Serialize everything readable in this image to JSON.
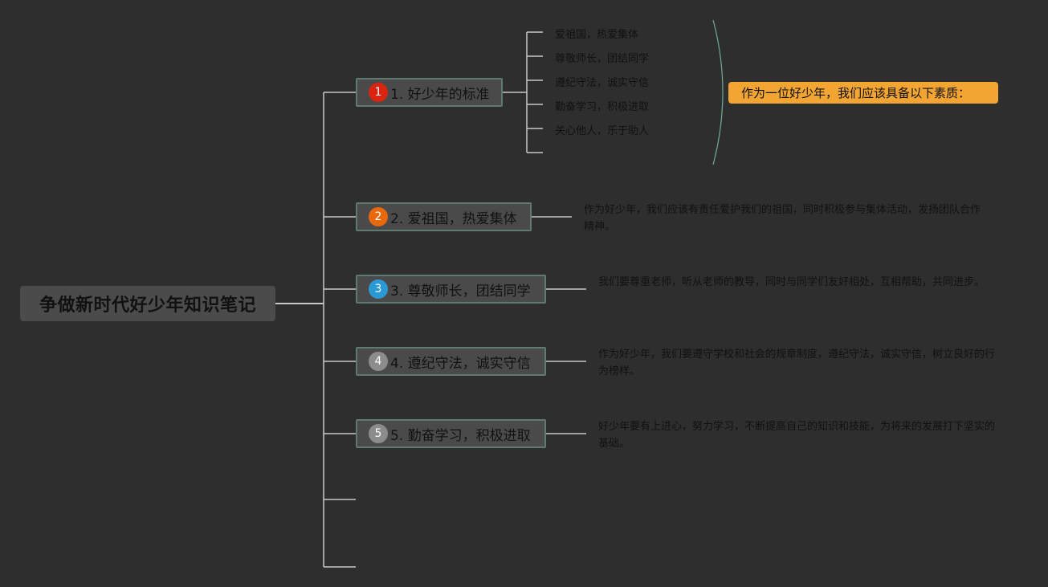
{
  "mindmap": {
    "root": {
      "label": "争做新时代好少年知识笔记"
    },
    "branches": [
      {
        "number": "1",
        "label": "1. 好少年的标准",
        "marker_color": "#d9250f"
      },
      {
        "number": "2",
        "label": "2. 爱祖国，热爱集体",
        "marker_color": "#e8690c"
      },
      {
        "number": "3",
        "label": "3. 尊敬师长，团结同学",
        "marker_color": "#2a9ad6"
      },
      {
        "number": "4",
        "label": "4. 遵纪守法，诚实守信",
        "marker_color": "#8c8c8c"
      },
      {
        "number": "5",
        "label": "5. 勤奋学习，积极进取",
        "marker_color": "#8c8c8c"
      }
    ],
    "standards": [
      "爱祖国，热爱集体",
      "尊敬师长，团结同学",
      "遵纪守法，诚实守信",
      "勤奋学习，积极进取",
      "关心他人，乐于助人"
    ],
    "summary": {
      "label": "作为一位好少年，我们应该具备以下素质：",
      "color": "#f2a533"
    },
    "descriptions": [
      "作为好少年，我们应该有责任爱护我们的祖国，同时积极参与集体活动，发扬团队合作精神。",
      "我们要尊重老师，听从老师的教导，同时与同学们友好相处，互相帮助，共同进步。",
      "作为好少年，我们要遵守学校和社会的规章制度，遵纪守法，诚实守信，树立良好的行为榜样。",
      "好少年要有上进心，努力学习，不断提高自己的知识和技能，为将来的发展打下坚实的基础。"
    ]
  },
  "colors": {
    "background": "#2e2e2e",
    "connector": "#c8c8c8",
    "node_fill": "#4a4a4a",
    "node_border": "#5f7a72",
    "bracket": "#6fa89a",
    "text": "#111111"
  }
}
